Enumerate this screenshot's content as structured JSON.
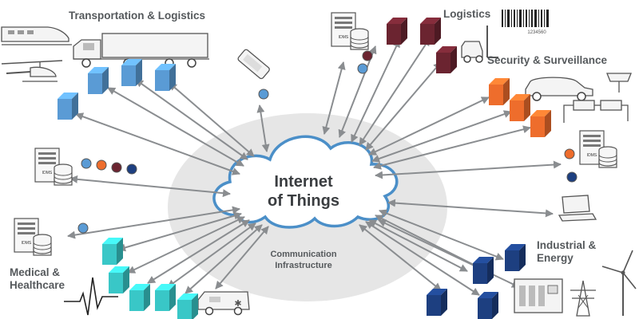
{
  "center": {
    "title_line1": "Internet",
    "title_line2": "of Things",
    "infra_line1": "Communication",
    "infra_line2": "Infrastructure"
  },
  "sectors": {
    "transportation": {
      "title": "Transportation & Logistics",
      "device_color": "#5a9bd5"
    },
    "logistics": {
      "title": "Logistics",
      "device_color": "#6b2430",
      "barcode_number": "1234560"
    },
    "security": {
      "title": "Security & Surveillance",
      "device_color": "#ee6d2c"
    },
    "industrial": {
      "title_line1": "Industrial &",
      "title_line2": "Energy",
      "device_color": "#1d3f80"
    },
    "medical": {
      "title_line1": "Medical &",
      "title_line2": "Healthcare",
      "device_color": "#39c7c7"
    }
  },
  "server": {
    "label": "IDMS"
  },
  "colors": {
    "cloud_fill": "#ffffff",
    "cloud_stroke": "#4b8fc8",
    "halo_fill": "#e6e6e6",
    "arrow": "#8a8d90",
    "status_dots": [
      "#5a9bd5",
      "#ee6d2c",
      "#6b2430",
      "#1d3f80"
    ]
  }
}
